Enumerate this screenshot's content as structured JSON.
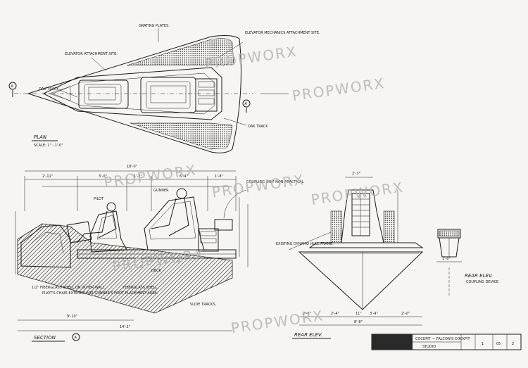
{
  "views": {
    "plan": {
      "title": "PLAN",
      "scale": "SCALE: 1\" - 1'-0\"",
      "notes": {
        "grating": "GRATING PLATES.",
        "elevator_attach": "ELEVATOR ATTACHMENT SITE.",
        "elevator_mech": "ELEVATOR MECHANICS ATTACHMENT SITE.",
        "oak_track_left": "OAK TRACK.",
        "oak_track_right": "OAK TRACK"
      },
      "section_marker": "A"
    },
    "section": {
      "title": "SECTION",
      "marker": "A",
      "notes": {
        "pilot": "PILOT",
        "gunner": "GUNNER",
        "coupling": "COUPLING UNIT NON-PRACTICAL",
        "deck": "DECK",
        "fiberglass": "FIBERGLASS SHELL",
        "slide_tracks": "SLIDE TRACKS.",
        "gunner_area": "PILOT'S CHAIR EXTENDS FOR GUNNER'S FOOT PLACEMENT AREA.",
        "bottom_note": "1/2\" FIBERGLASS SHELL ON OUTER WALL."
      },
      "dims": {
        "overall": "18'-0\"",
        "top": [
          "2'-11\"",
          "3'-0\"",
          "1'-2\"",
          "6'-4\"",
          "1'-8\""
        ],
        "bottom_left": "9'-10\"",
        "bottom_total": "14'-2\""
      }
    },
    "rear": {
      "title": "REAR ELEV.",
      "note": "EXISTING DYNAMO HULL FRAME.",
      "dims": {
        "top": "2'-3\"",
        "bottom": [
          "2'-0\"",
          "2'-4\"",
          "11\"",
          "3'-4\"",
          "2'-0\""
        ],
        "width": "8'-8\""
      }
    },
    "coupling": {
      "title": "REAR ELEV.",
      "subtitle": "COUPLING DEVICE",
      "dim": "1'-0\""
    }
  },
  "watermark": "PROPWORX",
  "title_block": {
    "project": "COCKPIT — FALCON'S COCKPIT",
    "studio": "STUDIO",
    "sheet": "1",
    "sheets": "2",
    "number": "05"
  },
  "colors": {
    "ink": "#1a1a1a",
    "paper": "#f6f5f1",
    "watermark": "#b4b4b4"
  }
}
